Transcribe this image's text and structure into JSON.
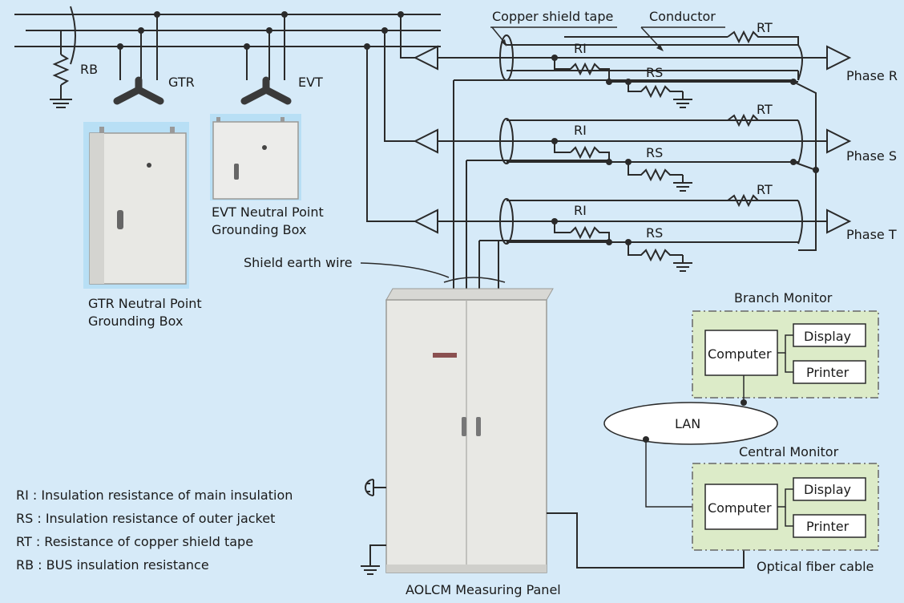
{
  "labels": {
    "rb": "RB",
    "gtr": "GTR",
    "evt": "EVT",
    "copper_shield_tape": "Copper shield tape",
    "conductor": "Conductor",
    "rt": "RT",
    "ri": "RI",
    "rs": "RS",
    "phase_r": "Phase R",
    "phase_s": "Phase S",
    "phase_t": "Phase T",
    "evt_box_line1": "EVT Neutral Point",
    "evt_box_line2": "Grounding Box",
    "gtr_box_line1": "GTR Neutral Point",
    "gtr_box_line2": "Grounding Box",
    "shield_earth_wire": "Shield earth wire",
    "branch_monitor": "Branch Monitor",
    "central_monitor": "Central Monitor",
    "computer": "Computer",
    "display": "Display",
    "printer": "Printer",
    "lan": "LAN",
    "optical_fiber_cable": "Optical fiber cable",
    "aolcm_panel": "AOLCM Measuring Panel"
  },
  "legend": [
    "RI  : Insulation resistance of main insulation",
    "RS : Insulation resistance of outer jacket",
    "RT : Resistance of copper shield tape",
    "RB : BUS insulation resistance"
  ],
  "colors": {
    "background": "#d6eaf8",
    "line": "#2a2a2a",
    "monitor_fill": "#dcebc8",
    "cabinet": "#e6e6e2"
  }
}
